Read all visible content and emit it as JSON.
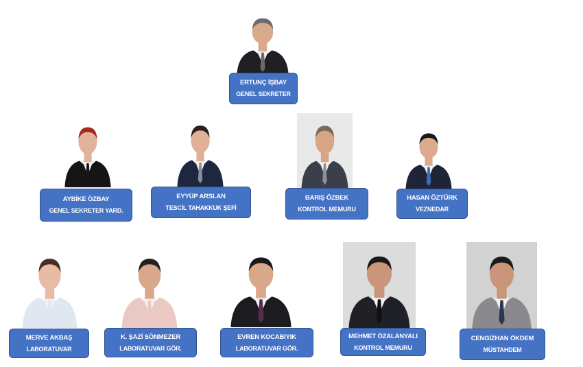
{
  "colors": {
    "card_fill": "#4472C4",
    "card_border": "#2F528F",
    "text": "#FFFFFF"
  },
  "people": [
    {
      "name": "ERTUNÇ İŞBAY",
      "title": "GENEL SEKRETER",
      "bg": "#ffffff",
      "suit": "#1f1f24",
      "tie": "#6a6a6a",
      "skin": "#d9a98c",
      "hair": "#6b6b6b"
    },
    {
      "name": "AYBİKE ÖZBAY",
      "title": "GENEL SEKRETER YARD.",
      "bg": "#ffffff",
      "suit": "#151515",
      "tie": "#151515",
      "skin": "#e2b39a",
      "hair": "#a3281e"
    },
    {
      "name": "EYYÜP ARSLAN",
      "title": "TESCİL TAHAKKUK ŞEFİ",
      "bg": "#ffffff",
      "suit": "#1e2740",
      "tie": "#8a8f99",
      "skin": "#e0b197",
      "hair": "#2a211c"
    },
    {
      "name": "BARIŞ ÖZBEK",
      "title": "KONTROL MEMURU",
      "bg": "#e9e9e9",
      "suit": "#3b3f4a",
      "tie": "#8c8f96",
      "skin": "#d8a585",
      "hair": "#7a6a5a"
    },
    {
      "name": "HASAN ÖZTÜRK",
      "title": "VEZNEDAR",
      "bg": "#ffffff",
      "suit": "#1e2538",
      "tie": "#3b6fb5",
      "skin": "#dcaa8c",
      "hair": "#1a1a1a"
    },
    {
      "name": "MERVE AKBAŞ",
      "title": "LABORATUVAR",
      "bg": "#ffffff",
      "suit": "#dfe7f3",
      "tie": "#dfe7f3",
      "skin": "#e8bba4",
      "hair": "#4a2e22"
    },
    {
      "name": "K. ŞAZİ SÖNMEZER",
      "title": "LABORATUVAR GÖR.",
      "bg": "#ffffff",
      "suit": "#eac9c4",
      "tie": "#eac9c4",
      "skin": "#d9a88a",
      "hair": "#222"
    },
    {
      "name": "EVREN KOCABIYIK",
      "title": "LABORATUVAR GÖR.",
      "bg": "#ffffff",
      "suit": "#1c1c20",
      "tie": "#5a2a4a",
      "skin": "#d9a88a",
      "hair": "#1a1a1a"
    },
    {
      "name": "MEHMET ÖZALANYALI",
      "title": "KONTROL MEMURU",
      "bg": "#dcdcdc",
      "suit": "#1f2126",
      "tie": "#111",
      "skin": "#c9967a",
      "hair": "#1a1a1a"
    },
    {
      "name": "CENGİZHAN ÖKDEM",
      "title": "MÜSTAHDEM",
      "bg": "#d2d2d2",
      "suit": "#8a8a8e",
      "tie": "#2a3550",
      "skin": "#c9967a",
      "hair": "#1a1a1a"
    }
  ]
}
